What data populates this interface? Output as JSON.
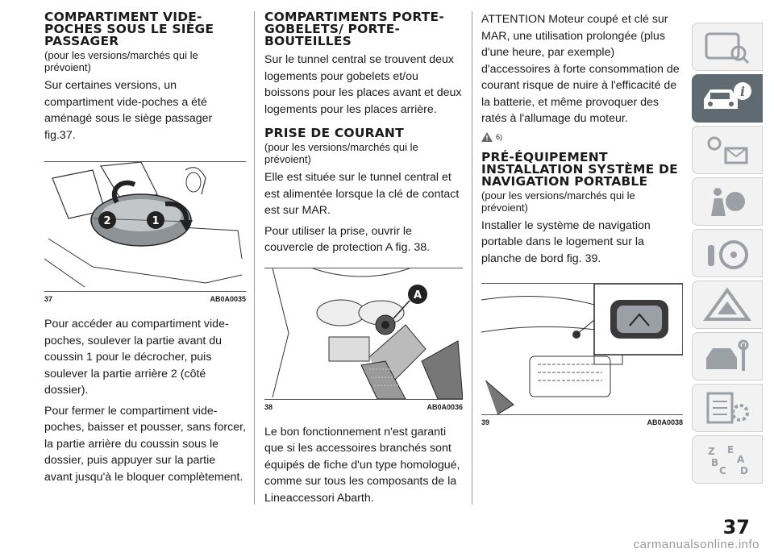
{
  "col1": {
    "heading": "COMPARTIMENT VIDE-POCHES SOUS LE SIÈGE PASSAGER",
    "subheading": "(pour les versions/marchés qui le prévoient)",
    "p1": "Sur certaines versions, un compartiment vide-poches a été aménagé sous le siège passager fig.37.",
    "fig": {
      "number": "37",
      "code": "AB0A0035",
      "callouts": [
        "2",
        "1"
      ]
    },
    "p2": "Pour accéder au compartiment vide-poches, soulever la partie avant du coussin 1 pour le décrocher, puis soulever la partie arrière 2 (côté dossier).",
    "p3": "Pour fermer le compartiment vide-poches, baisser et pousser, sans forcer, la partie arrière du coussin sous le dossier, puis appuyer sur la partie avant jusqu'à le bloquer complètement."
  },
  "col2": {
    "heading1": "COMPARTIMENTS PORTE-GOBELETS/ PORTE-BOUTEILLES",
    "p1": "Sur le tunnel central se trouvent deux logements pour gobelets et/ou boissons pour les places avant et deux logements pour les places arrière.",
    "heading2": "PRISE DE COURANT",
    "subheading2": "(pour les versions/marchés qui le prévoient)",
    "p2": "Elle est située sur le tunnel central et est alimentée lorsque la clé de contact est sur MAR.",
    "p3": "Pour utiliser la prise, ouvrir le couvercle de protection A fig. 38.",
    "fig": {
      "number": "38",
      "code": "AB0A0036",
      "callout": "A"
    },
    "p4": "Le bon fonctionnement n'est garanti que si les accessoires branchés sont équipés de fiche d'un type homologué, comme sur tous les composants de la Lineaccessori Abarth."
  },
  "col3": {
    "p1": "ATTENTION Moteur coupé et clé sur MAR, une utilisation prolongée (plus d'une heure, par exemple) d'accessoires à forte consommation de courant risque de nuire à l'efficacité de la batterie, et même provoquer des ratés à l'allumage du moteur.",
    "warning_ref": "6)",
    "heading": "PRÉ-ÉQUIPEMENT INSTALLATION SYSTÈME DE NAVIGATION PORTABLE",
    "subheading": "(pour les versions/marchés qui le prévoient)",
    "p2": "Installer le système de navigation portable dans le logement sur la planche de bord fig. 39.",
    "fig": {
      "number": "39",
      "code": "AB0A0038"
    }
  },
  "sidebar": {
    "tabs": [
      {
        "icon": "dashboard-search-icon",
        "active": false
      },
      {
        "icon": "car-info-icon",
        "active": true
      },
      {
        "icon": "lights-warning-icon",
        "active": false
      },
      {
        "icon": "airbag-safety-icon",
        "active": false
      },
      {
        "icon": "steering-wheel-icon",
        "active": false
      },
      {
        "icon": "emergency-triangle-icon",
        "active": false
      },
      {
        "icon": "car-maintenance-icon",
        "active": false
      },
      {
        "icon": "technical-data-icon",
        "active": false
      },
      {
        "icon": "alphabetical-index-icon",
        "active": false
      }
    ],
    "accent": "#5f6a72"
  },
  "page_number": "37",
  "watermark": "carmanualsonline.info"
}
